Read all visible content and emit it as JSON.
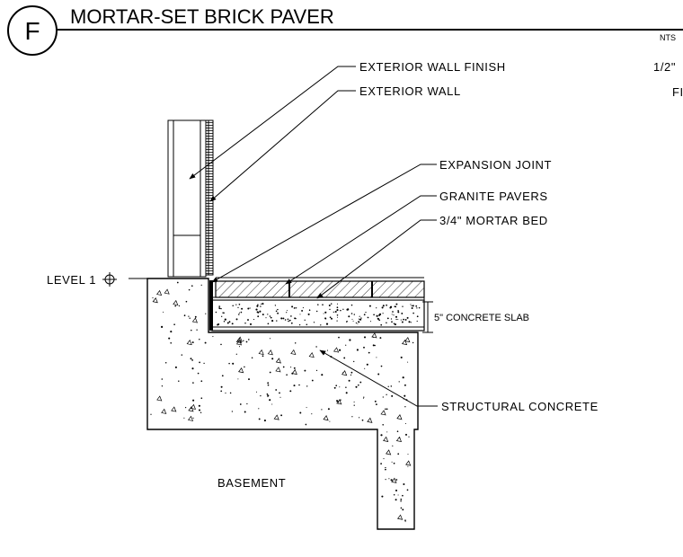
{
  "detail": {
    "tag": "F",
    "title": "MORTAR-SET BRICK PAVER",
    "scale": "NTS",
    "edge_text_1": "1/2\"",
    "edge_text_2": "FI"
  },
  "callouts": {
    "exterior_wall_finish": "EXTERIOR WALL FINISH",
    "exterior_wall": "EXTERIOR WALL",
    "expansion_joint": "EXPANSION JOINT",
    "granite_pavers": "GRANITE PAVERS",
    "mortar_bed": "3/4\" MORTAR BED",
    "concrete_slab": "5\" CONCRETE SLAB",
    "structural_concrete": "STRUCTURAL CONCRETE",
    "level": "LEVEL 1",
    "basement": "BASEMENT"
  }
}
